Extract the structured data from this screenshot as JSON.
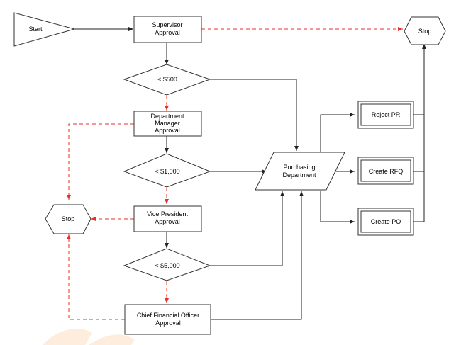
{
  "nodes": {
    "start": "Start",
    "stop_top": "Stop",
    "stop_left": "Stop",
    "supervisor": [
      "Supervisor",
      "Approval"
    ],
    "lt500": "< $500",
    "dept_manager": [
      "Department",
      "Manager",
      "Approval"
    ],
    "lt1000": "< $1,000",
    "vp": [
      "Vice President",
      "Approval"
    ],
    "lt5000": "< $5,000",
    "cfo": [
      "Chief Financial Officer",
      "Approval"
    ],
    "purchasing": [
      "Purchasing",
      "Department"
    ],
    "reject_pr": "Reject PR",
    "create_rfq": "Create RFQ",
    "create_po": "Create PO"
  },
  "colors": {
    "line": "#222222",
    "dashed_line": "#e8302a",
    "shape_border": "#333333"
  }
}
